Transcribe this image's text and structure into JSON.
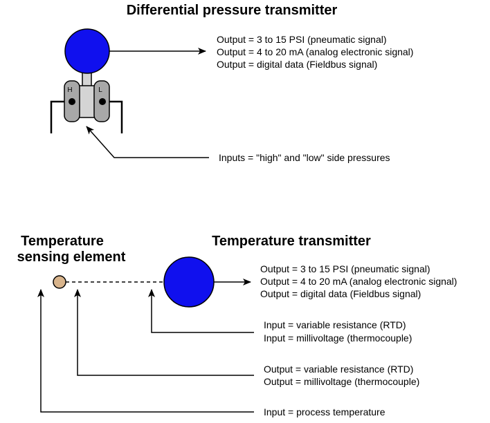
{
  "dp": {
    "title": "Differential pressure transmitter",
    "outputs": [
      "Output = 3 to 15 PSI (pneumatic signal)",
      "Output = 4 to 20 mA (analog electronic signal)",
      "Output = digital data (Fieldbus signal)"
    ],
    "high_label": "H",
    "low_label": "L",
    "inputs_label": "Inputs = \"high\" and \"low\" side pressures",
    "head_color": "#1010ee",
    "body_color": "#d4d4d4",
    "capsule_color": "#a8a8a8"
  },
  "temp": {
    "element_title": [
      "Temperature",
      "sensing element"
    ],
    "title": "Temperature transmitter",
    "outputs": [
      "Output = 3 to 15 PSI (pneumatic signal)",
      "Output = 4 to 20 mA (analog electronic signal)",
      "Output = digital data (Fieldbus signal)"
    ],
    "transmitter_inputs": [
      "Input = variable resistance (RTD)",
      "Input = millivoltage (thermocouple)"
    ],
    "element_outputs": [
      "Output = variable resistance (RTD)",
      "Output = millivoltage (thermocouple)"
    ],
    "process_input": "Input = process temperature",
    "head_color": "#1010ee",
    "element_color": "#d8b48c"
  }
}
